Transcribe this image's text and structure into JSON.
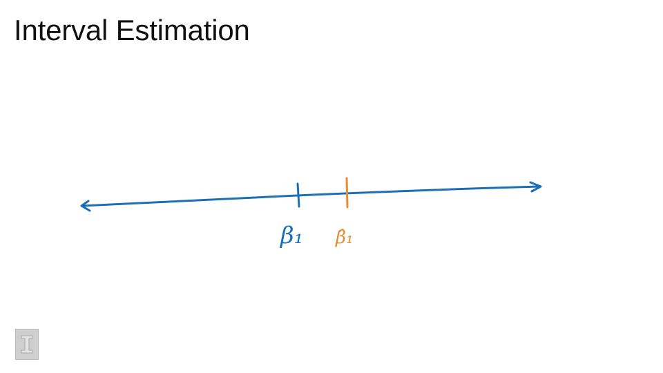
{
  "slide": {
    "title": "Interval Estimation"
  },
  "diagram": {
    "true_parameter_label": "β₁",
    "estimate_label": "β̂₁"
  },
  "colors": {
    "line": "#1a6fb5",
    "true_parameter": "#1a6fb5",
    "estimate": "#e88a2d",
    "logo": "#cfcfcf"
  },
  "icons": {
    "logo": "university-block-i-logo"
  }
}
